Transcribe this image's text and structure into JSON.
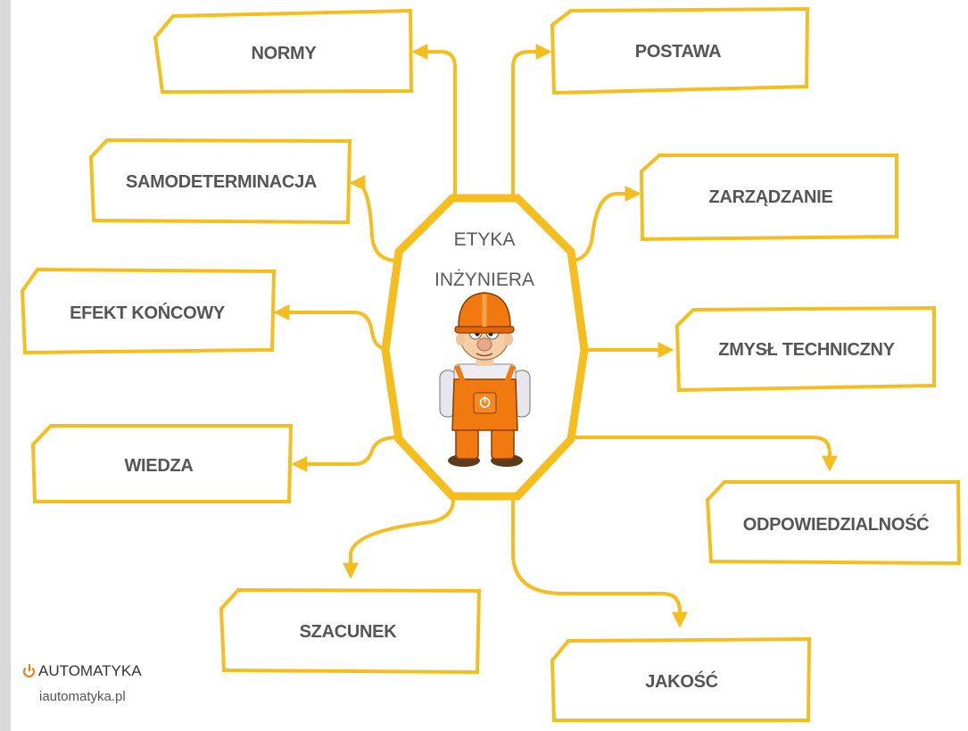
{
  "diagram": {
    "center": {
      "line1": "ETYKA",
      "line2": "INŻYNIERA"
    },
    "nodes": {
      "normy": "NORMY",
      "postawa": "POSTAWA",
      "samodeterminacja": "SAMODETERMINACJA",
      "zarzadzanie": "ZARZĄDZANIE",
      "efekt_koncowy": "EFEKT KOŃCOWY",
      "zmysl_techniczny": "ZMYSŁ TECHNICZNY",
      "wiedza": "WIEDZA",
      "odpowiedzialnosc": "ODPOWIEDZIALNOŚĆ",
      "szacunek": "SZACUNEK",
      "jakosc": "JAKOŚĆ"
    },
    "colors": {
      "accent": "#f5be1e",
      "engineer_orange": "#f07a10",
      "label_text": "#555555"
    }
  },
  "logo": {
    "icon": "power-icon",
    "name": "AUTOMATYKA",
    "url": "iautomatyka.pl"
  }
}
